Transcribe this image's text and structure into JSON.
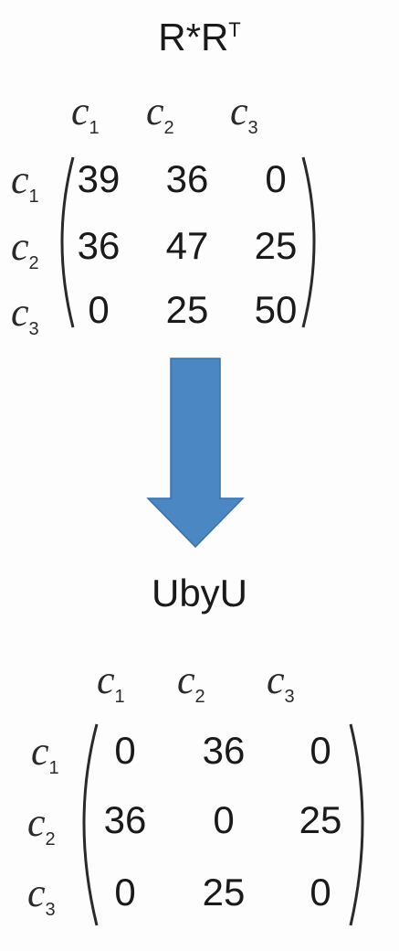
{
  "top": {
    "title_base": "R*R",
    "title_sup": "T",
    "col_labels": [
      {
        "base": "c",
        "sub": "1"
      },
      {
        "base": "c",
        "sub": "2"
      },
      {
        "base": "c",
        "sub": "3"
      }
    ],
    "row_labels": [
      {
        "base": "c",
        "sub": "1"
      },
      {
        "base": "c",
        "sub": "2"
      },
      {
        "base": "c",
        "sub": "3"
      }
    ],
    "rows": [
      [
        "39",
        "36",
        "0"
      ],
      [
        "36",
        "47",
        "25"
      ],
      [
        "0",
        "25",
        "50"
      ]
    ]
  },
  "arrow": {
    "color": "#4a87c3",
    "direction": "down"
  },
  "bottom": {
    "title": "UbyU",
    "col_labels": [
      {
        "base": "c",
        "sub": "1"
      },
      {
        "base": "c",
        "sub": "2"
      },
      {
        "base": "c",
        "sub": "3"
      }
    ],
    "row_labels": [
      {
        "base": "c",
        "sub": "1"
      },
      {
        "base": "c",
        "sub": "2"
      },
      {
        "base": "c",
        "sub": "3"
      }
    ],
    "rows": [
      [
        "0",
        "36",
        "0"
      ],
      [
        "36",
        "0",
        "25"
      ],
      [
        "0",
        "25",
        "0"
      ]
    ]
  }
}
